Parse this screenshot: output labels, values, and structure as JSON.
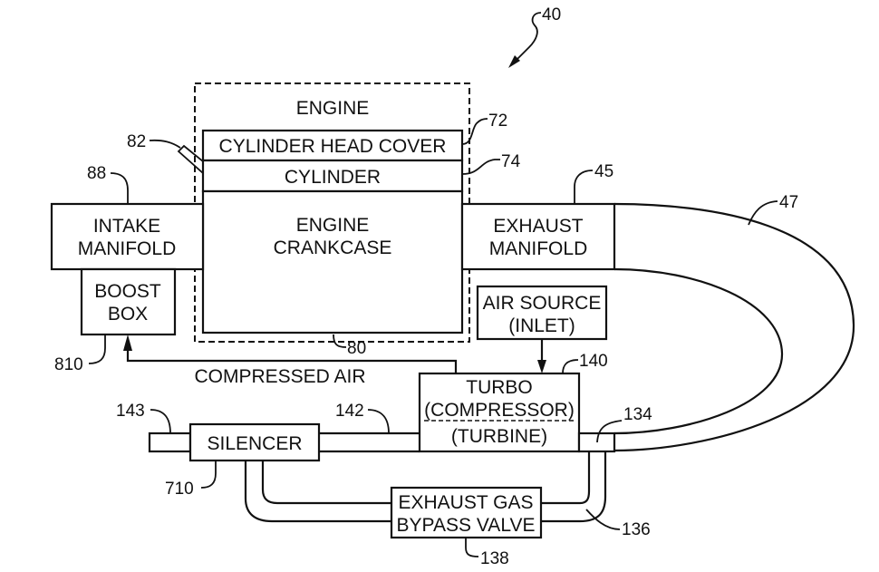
{
  "figure": {
    "reference": "40"
  },
  "components": {
    "engine": {
      "label": "ENGINE",
      "ref": "80"
    },
    "cylinder_head_cover": {
      "label": "CYLINDER HEAD COVER",
      "ref": "72"
    },
    "cylinder": {
      "label": "CYLINDER",
      "ref": "74"
    },
    "engine_crankcase": {
      "line1": "ENGINE",
      "line2": "CRANKCASE"
    },
    "breather": {
      "ref": "82"
    },
    "intake_manifold": {
      "line1": "INTAKE",
      "line2": "MANIFOLD",
      "ref": "88"
    },
    "boost_box": {
      "line1": "BOOST",
      "line2": "BOX",
      "ref": "810"
    },
    "exhaust_manifold": {
      "line1": "EXHAUST",
      "line2": "MANIFOLD",
      "ref": "45"
    },
    "exhaust_loop": {
      "ref": "47"
    },
    "air_source": {
      "line1": "AIR SOURCE",
      "line2": "(INLET)"
    },
    "turbo": {
      "line1": "TURBO",
      "line2": "(COMPRESSOR)",
      "line3": "(TURBINE)",
      "ref": "140"
    },
    "turbine_outlet": {
      "ref": "134"
    },
    "exhaust_pipe": {
      "ref": "142"
    },
    "tailpipe": {
      "ref": "143"
    },
    "silencer": {
      "label": "SILENCER",
      "ref": "710"
    },
    "bypass_pipe": {
      "ref": "136"
    },
    "bypass_valve": {
      "line1": "EXHAUST GAS",
      "line2": "BYPASS VALVE",
      "ref": "138"
    },
    "compressed_air": {
      "label": "COMPRESSED AIR"
    }
  }
}
